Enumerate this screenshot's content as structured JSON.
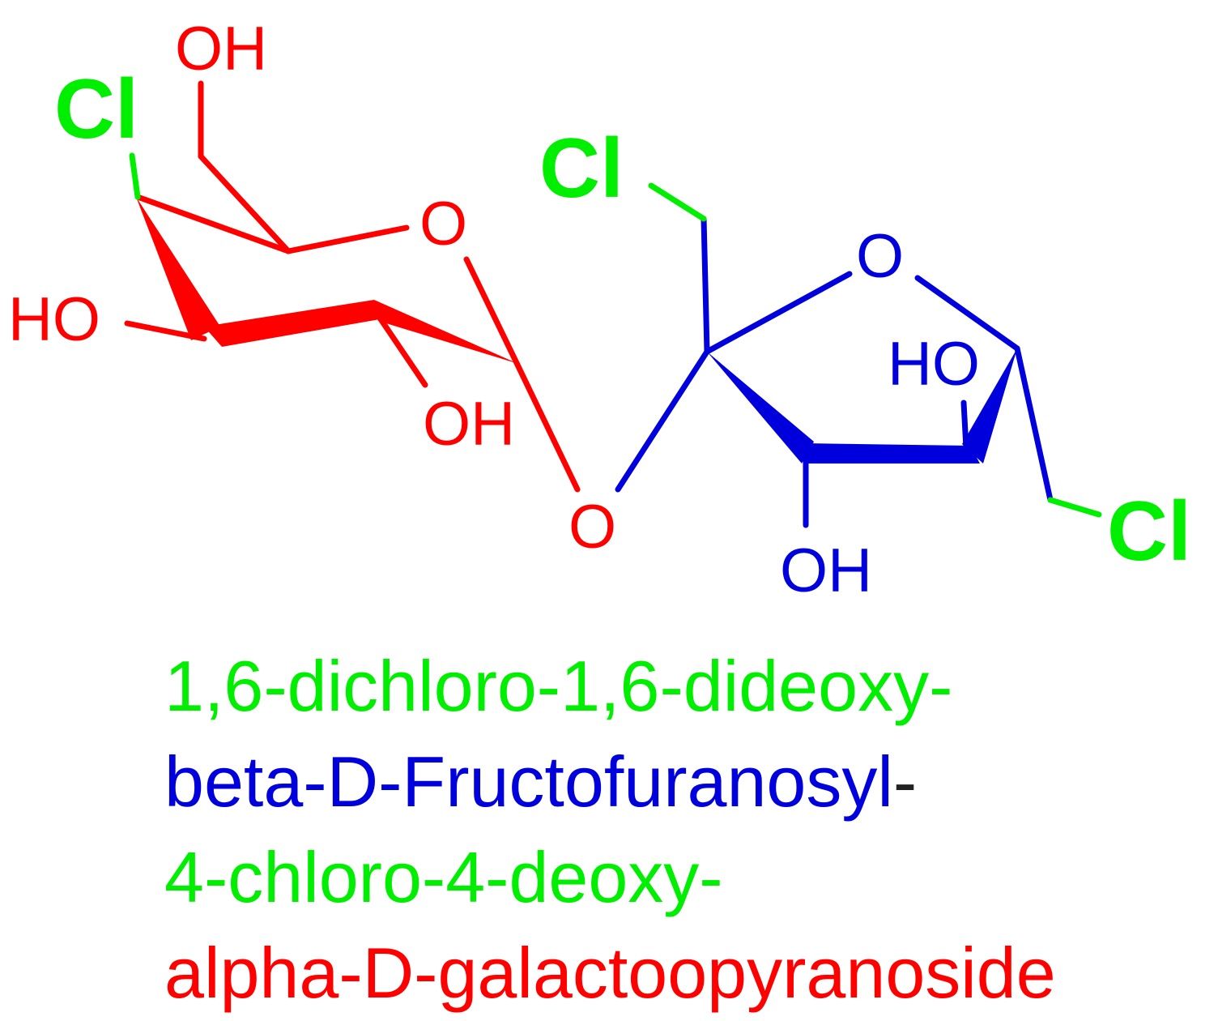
{
  "colors": {
    "galactose": "#ff0000",
    "fructose": "#0000dd",
    "chlorine": "#00ee00",
    "linker": "#222222"
  },
  "atoms": {
    "gal_oh_top": "OH",
    "gal_cl": "Cl",
    "gal_ring_o": "O",
    "gal_ho_left": "HO",
    "gal_oh_bottom": "OH",
    "glycosidic_o": "O",
    "fru_cl_top": "Cl",
    "fru_ring_o": "O",
    "fru_ho": "HO",
    "fru_oh_bottom": "OH",
    "fru_cl_right": "Cl"
  },
  "caption": {
    "line1": "1,6-dichloro-1,6-dideoxy-",
    "line2_main": "beta-D-Fructofuranosyl",
    "line2_dash": "-",
    "line3": "4-chloro-4-deoxy-",
    "line4": "alpha-D-galactoopyranoside"
  }
}
